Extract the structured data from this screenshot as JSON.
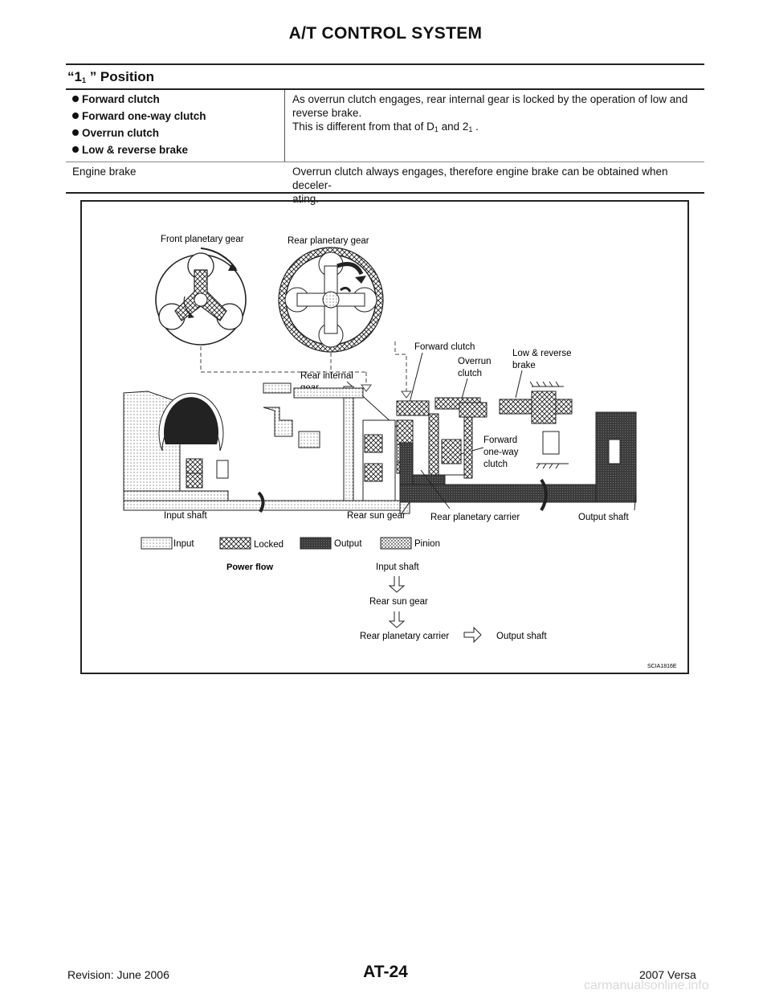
{
  "header": {
    "title": "A/T CONTROL SYSTEM"
  },
  "section": {
    "title_prefix": "“1",
    "title_sub": "1",
    "title_suffix": " ” Position"
  },
  "table": {
    "row1": {
      "items": [
        "Forward clutch",
        "Forward one-way clutch",
        "Overrun clutch",
        "Low & reverse brake"
      ],
      "desc_line1": "As overrun clutch engages, rear internal gear is locked by the operation of low and",
      "desc_line2": "reverse brake.",
      "desc_line3_a": "This is different from that of D",
      "desc_line3_sub1": "1",
      "desc_line3_b": "  and 2",
      "desc_line3_sub2": "1",
      "desc_line3_c": " ."
    },
    "row2": {
      "label": "Engine brake",
      "desc_line1": "Overrun clutch always engages, therefore engine brake can be obtained when deceler-",
      "desc_line2": "ating."
    }
  },
  "diagram": {
    "labels": {
      "front_planetary": "Front  planetary  gear",
      "rear_planetary": "Rear  planetary  gear",
      "forward_clutch": "Forward  clutch",
      "low_reverse_1": "Low  &  reverse",
      "low_reverse_2": "brake",
      "overrun_1": "Overrun",
      "overrun_2": "clutch",
      "rear_internal_1": "Rear  internal",
      "rear_internal_2": "gear",
      "fowc_1": "Forward",
      "fowc_2": "one-way",
      "fowc_3": "clutch",
      "input_shaft": "Input  shaft",
      "rear_sun": "Rear  sun  gear",
      "rear_carrier": "Rear  planetary  carrier",
      "output_shaft": "Output  shaft"
    },
    "legend": {
      "input": "Input",
      "locked": "Locked",
      "output": "Output",
      "pinion": "Pinion"
    },
    "power_flow": {
      "title": "Power flow",
      "step1": "Input shaft",
      "step2": "Rear sun gear",
      "step3": "Rear planetary carrier",
      "step4": "Output shaft"
    },
    "code": "SCIA1816E"
  },
  "footer": {
    "revision": "Revision: June 2006",
    "page": "AT-24",
    "model": "2007 Versa",
    "watermark": "carmanualsonline.info"
  }
}
